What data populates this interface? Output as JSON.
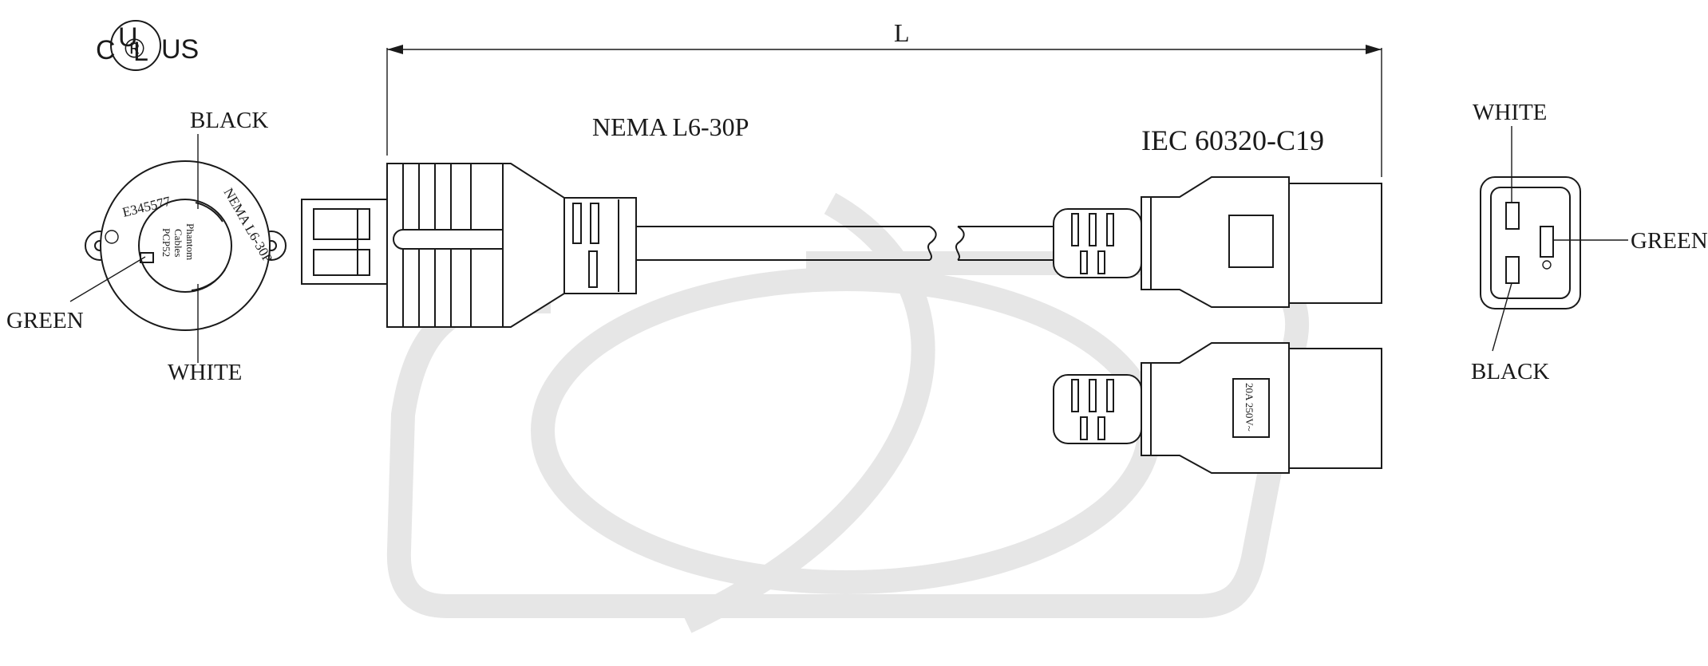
{
  "certification": {
    "mark_left": "C",
    "mark_center_top": "U",
    "mark_center_right": "L",
    "mark_right": "US",
    "mark_small": "®",
    "icon": "ul-listed-logo-icon"
  },
  "dimension": {
    "length_label": "L"
  },
  "plug": {
    "title": "NEMA L6-30P",
    "face_text": "NEMA L6-30P",
    "file_number": "E345577",
    "brand_lines": [
      "Phantom",
      "Cables",
      "PCP52"
    ],
    "pin_labels": {
      "black": "BLACK",
      "white": "WHITE",
      "green": "GREEN"
    }
  },
  "connector": {
    "title": "IEC 60320-C19",
    "rating": "20A 250V~",
    "pin_labels": {
      "white": "WHITE",
      "black": "BLACK",
      "green": "GREEN"
    }
  },
  "colors": {
    "line": "#1a1a1a",
    "watermark": "#e6e6e6",
    "background": "#ffffff"
  }
}
